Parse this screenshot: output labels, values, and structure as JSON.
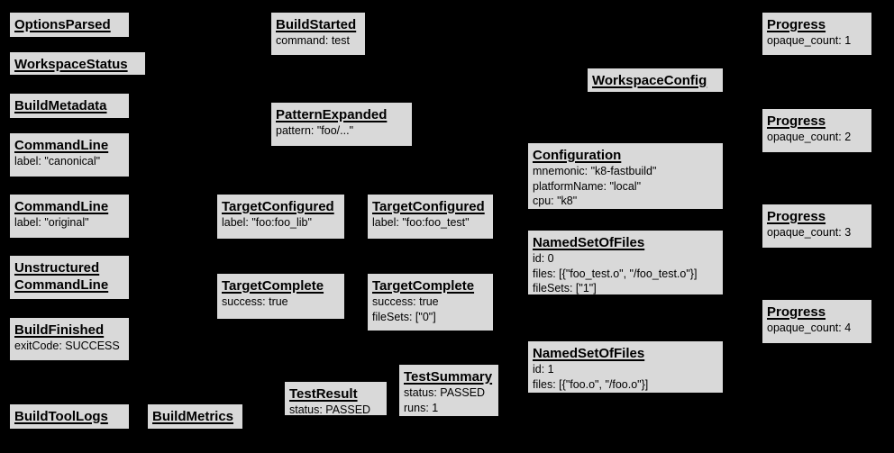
{
  "diagram": {
    "background_color": "#000000",
    "box_fill_color": "#d9d9d9",
    "box_border_color": "#000000",
    "text_color": "#000000"
  },
  "nodes": [
    {
      "id": "options-parsed",
      "title": "OptionsParsed",
      "lines": []
    },
    {
      "id": "workspace-status",
      "title": "WorkspaceStatus",
      "lines": []
    },
    {
      "id": "build-metadata",
      "title": "BuildMetadata",
      "lines": []
    },
    {
      "id": "command-line-canonical",
      "title": "CommandLine",
      "lines": [
        "label: \"canonical\""
      ]
    },
    {
      "id": "command-line-original",
      "title": "CommandLine",
      "lines": [
        "label: \"original\""
      ]
    },
    {
      "id": "unstructured-command-line",
      "title": "Unstructured CommandLine",
      "lines": []
    },
    {
      "id": "build-finished",
      "title": "BuildFinished",
      "lines": [
        "exitCode: SUCCESS"
      ]
    },
    {
      "id": "build-tool-logs",
      "title": "BuildToolLogs",
      "lines": []
    },
    {
      "id": "build-metrics",
      "title": "BuildMetrics",
      "lines": []
    },
    {
      "id": "build-started",
      "title": "BuildStarted",
      "lines": [
        "command: test"
      ]
    },
    {
      "id": "pattern-expanded",
      "title": "PatternExpanded",
      "lines": [
        "pattern: \"foo/...\""
      ]
    },
    {
      "id": "target-configured-foo-lib",
      "title": "TargetConfigured",
      "lines": [
        "label: \"foo:foo_lib\""
      ]
    },
    {
      "id": "target-configured-foo-test",
      "title": "TargetConfigured",
      "lines": [
        "label: \"foo:foo_test\""
      ]
    },
    {
      "id": "target-complete-lib",
      "title": "TargetComplete",
      "lines": [
        "success: true"
      ]
    },
    {
      "id": "target-complete-test",
      "title": "TargetComplete",
      "lines": [
        "success: true",
        "fileSets: [\"0\"]"
      ]
    },
    {
      "id": "test-result",
      "title": "TestResult",
      "lines": [
        "status: PASSED"
      ]
    },
    {
      "id": "test-summary",
      "title": "TestSummary",
      "lines": [
        "status: PASSED",
        "runs: 1"
      ]
    },
    {
      "id": "workspace-config",
      "title": "WorkspaceConfig",
      "lines": []
    },
    {
      "id": "configuration",
      "title": "Configuration",
      "lines": [
        "mnemonic: \"k8-fastbuild\"",
        "platformName: \"local\"",
        "cpu: \"k8\""
      ]
    },
    {
      "id": "named-set-of-files-0",
      "title": "NamedSetOfFiles",
      "lines": [
        "id: 0",
        "files: [{\"foo_test.o\", \"/foo_test.o\"}]",
        "fileSets: [\"1\"]"
      ]
    },
    {
      "id": "named-set-of-files-1",
      "title": "NamedSetOfFiles",
      "lines": [
        "id: 1",
        "files: [{\"foo.o\", \"/foo.o\"}]"
      ]
    },
    {
      "id": "progress-1",
      "title": "Progress",
      "lines": [
        "opaque_count: 1"
      ]
    },
    {
      "id": "progress-2",
      "title": "Progress",
      "lines": [
        "opaque_count: 2"
      ]
    },
    {
      "id": "progress-3",
      "title": "Progress",
      "lines": [
        "opaque_count: 3"
      ]
    },
    {
      "id": "progress-4",
      "title": "Progress",
      "lines": [
        "opaque_count: 4"
      ]
    }
  ]
}
